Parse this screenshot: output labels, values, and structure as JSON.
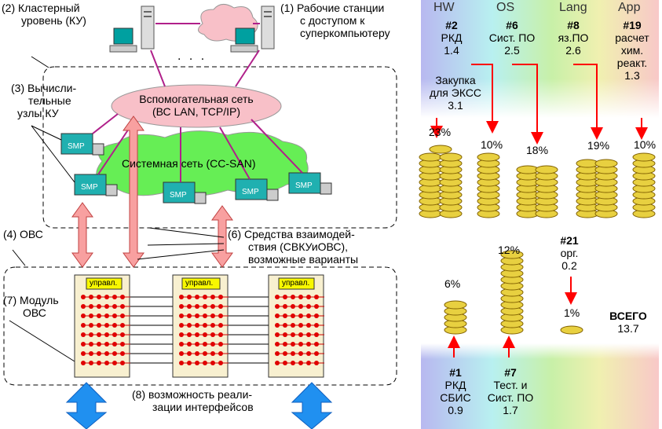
{
  "left": {
    "lbl1": [
      "(1) Рабочие станции",
      "с доступом к",
      "суперкомпьютеру"
    ],
    "lbl2": [
      "(2) Кластерный",
      "уровень (КУ)"
    ],
    "lbl3": [
      "(3) Вычисли-",
      "тельные",
      "узлы КУ"
    ],
    "lbl4": "(4) ОВС",
    "lbl6": [
      "(6) Средства взаимодей-",
      "ствия (СВКУиОВС),",
      "возможные варианты"
    ],
    "lbl7": [
      "(7) Модуль",
      "ОВС"
    ],
    "lbl8": [
      "(8) возможность реали-",
      "зации интерфейсов"
    ],
    "aux_net": [
      "Вспомогательная сеть",
      "(ВС LAN, TCP/IP)"
    ],
    "sys_net": "Системная сеть (CC-SAN)",
    "smp": "SMP",
    "ctrl": "управл.",
    "dots": ". . ."
  },
  "right": {
    "headers": [
      "HW",
      "OS",
      "Lang",
      "App"
    ],
    "top_items": [
      {
        "id": "#2",
        "text": [
          "РКД"
        ],
        "val": "1.4"
      },
      {
        "id": "#6",
        "text": [
          "Сист. ПО"
        ],
        "val": "2.5"
      },
      {
        "id": "#8",
        "text": [
          "яз.ПО"
        ],
        "val": "2.6"
      },
      {
        "id": "#19",
        "text": [
          "расчет",
          "хим.",
          "реакт."
        ],
        "val": "1.3"
      }
    ],
    "purchase": [
      "Закупка",
      "для ЭКСС",
      "3.1"
    ],
    "pct_top": [
      "23%",
      "10%",
      "18%",
      "19%",
      "10%"
    ],
    "pct_bottom": [
      "6%",
      "12%",
      "1%"
    ],
    "item21": [
      "#21",
      "орг.",
      "0.2"
    ],
    "total": [
      "ВСЕГО",
      "13.7"
    ],
    "bottom_items": [
      {
        "id": "#1",
        "text": [
          "РКД",
          "СБИС"
        ],
        "val": "0.9"
      },
      {
        "id": "#7",
        "text": [
          "Тест. и",
          "Сист. ПО"
        ],
        "val": "1.7"
      }
    ]
  }
}
